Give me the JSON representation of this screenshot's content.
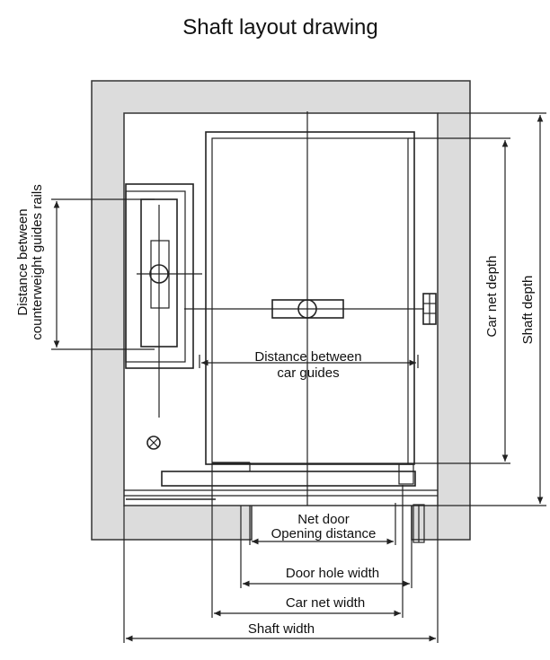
{
  "title": "Shaft layout drawing",
  "labels": {
    "cw_rails_line1": "Distance between",
    "cw_rails_line2": "counterweight guides rails",
    "car_guides_line1": "Distance between",
    "car_guides_line2": "car guides",
    "car_net_depth": "Car net depth",
    "shaft_depth": "Shaft depth",
    "net_door_line1": "Net door",
    "net_door_line2": "Opening distance",
    "door_hole_width": "Door hole width",
    "car_net_width": "Car net width",
    "shaft_width": "Shaft width"
  },
  "colors": {
    "wall_fill": "#dcdcdc",
    "line": "#222222"
  }
}
